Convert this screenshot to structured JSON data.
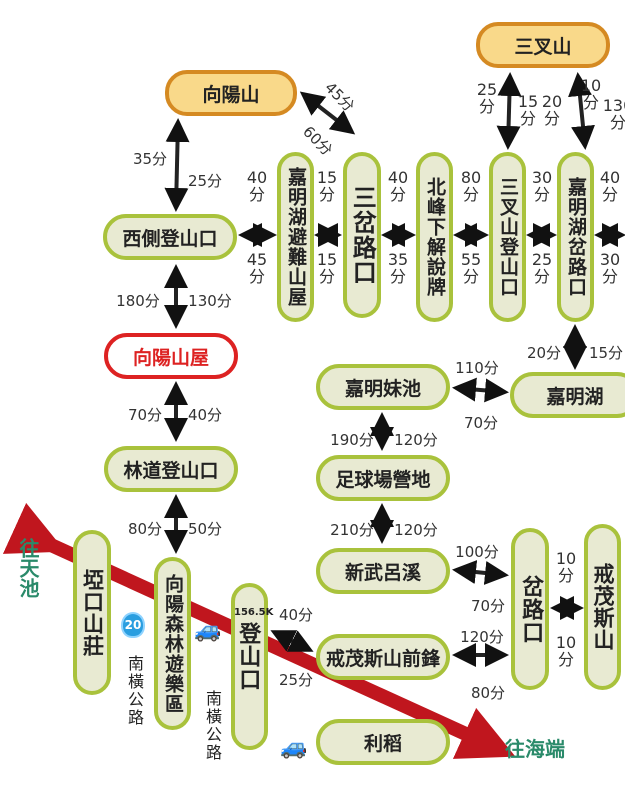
{
  "nodes": {
    "sanchashan": "三叉山",
    "xiangyangshan": "向陽山",
    "xice": "西側登山口",
    "hut": "向陽山屋",
    "lindao": "林道登山口",
    "jml_hut": "嘉明湖避難山屋",
    "sancha": "三岔路口",
    "beifeng": "北峰下解說牌",
    "scs_trailhead": "三叉山登山口",
    "jml_fork": "嘉明湖岔路口",
    "jml": "嘉明湖",
    "meichi": "嘉明妹池",
    "soccer": "足球場營地",
    "xinwu": "新武呂溪",
    "jiemao_front": "戒茂斯山前鋒",
    "lidao": "利稻",
    "fork": "岔路口",
    "jiemao": "戒茂斯山",
    "yakou": "埡口山莊",
    "forest": "向陽森林遊樂區",
    "trailhead": "登山口"
  },
  "trailhead_km": "156.5K",
  "destinations": {
    "tianchi": "往天池",
    "haiduan": "往海端"
  },
  "road": {
    "number": "20",
    "name": "南橫公路"
  },
  "times": [
    "35分",
    "25分",
    "180分",
    "130分",
    "70分",
    "40分",
    "80分",
    "50分",
    "45分",
    "60分",
    "40分",
    "45分",
    "15分",
    "15分",
    "40分",
    "35分",
    "80分",
    "55分",
    "30分",
    "25分",
    "40分",
    "30分",
    "25分",
    "15分",
    "20分",
    "10分",
    "130分",
    "20分",
    "15分",
    "110分",
    "70分",
    "190分",
    "120分",
    "210分",
    "120分",
    "100分",
    "70分",
    "120分",
    "80分",
    "40分",
    "25分",
    "10分",
    "10分"
  ],
  "colors": {
    "trail_node_border": "#a9c23c",
    "peak_fill": "#f9d98a",
    "hut_border": "#dd2222",
    "road": "#c0161e",
    "destination": "#2a8a6a"
  }
}
